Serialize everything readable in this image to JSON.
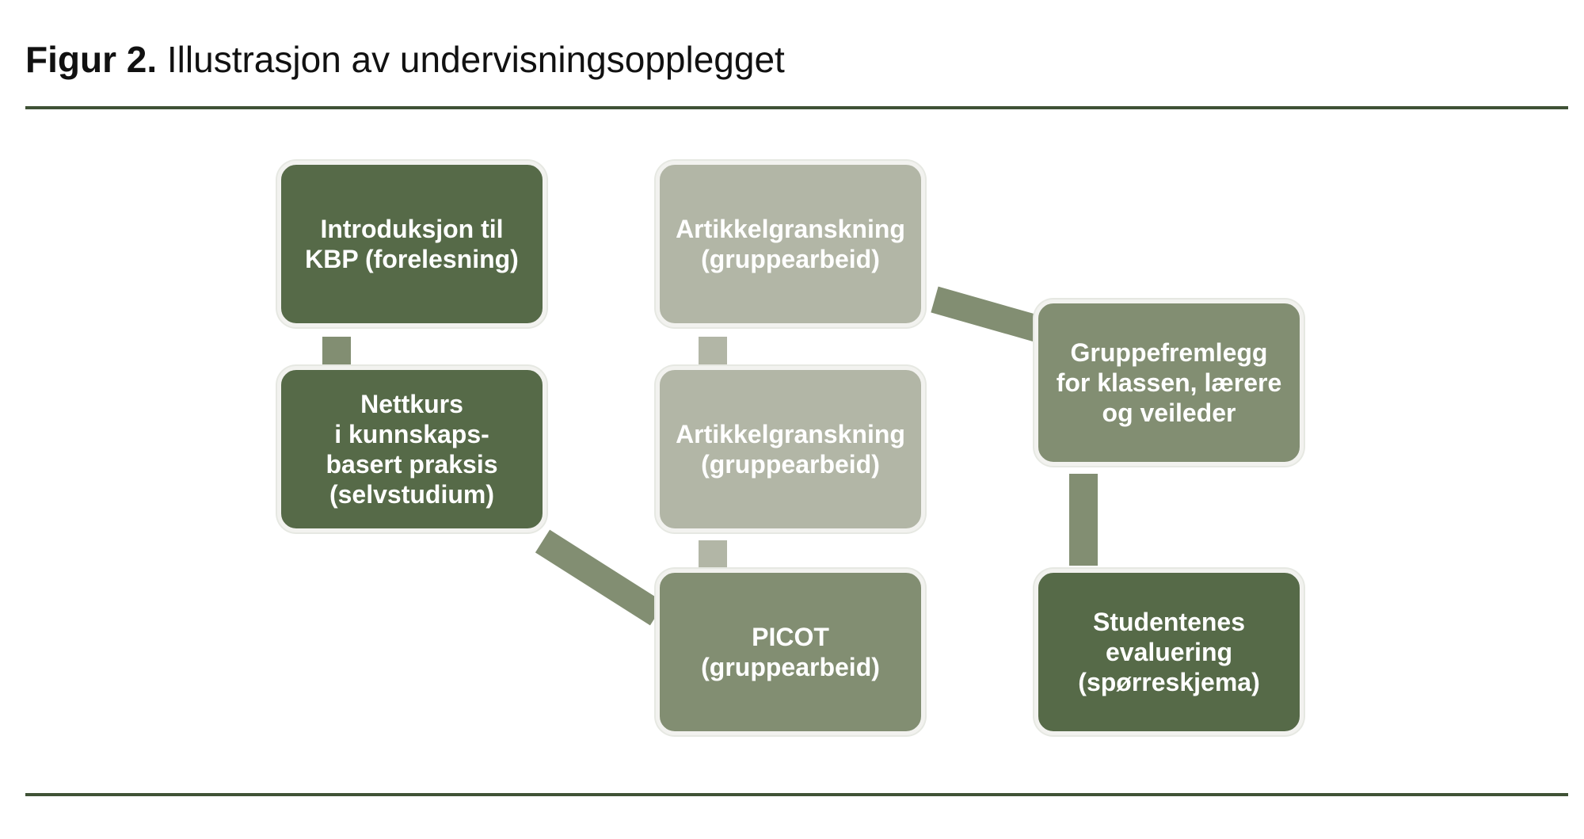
{
  "figure": {
    "label": "Figur 2.",
    "title": "Illustrasjon av undervisningsopplegget"
  },
  "colors": {
    "dark_green": "#566a48",
    "mid_green": "#828e72",
    "light_green": "#b2b6a6",
    "rule": "#3f5236"
  },
  "boxes": {
    "intro": "Introduksjon til\nKBP (forelesning)",
    "nettkurs": "Nettkurs\ni kunnskaps-\nbasert praksis\n(selvstudium)",
    "artikkel1": "Artikkelgranskning\n(gruppearbeid)",
    "artikkel2": "Artikkelgranskning\n(gruppearbeid)",
    "picot": "PICOT\n(gruppearbeid)",
    "gruppefremlegg": "Gruppefremlegg\nfor klassen, lærere\nog veileder",
    "evaluering": "Studentenes\nevaluering\n(spørreskjema)"
  }
}
